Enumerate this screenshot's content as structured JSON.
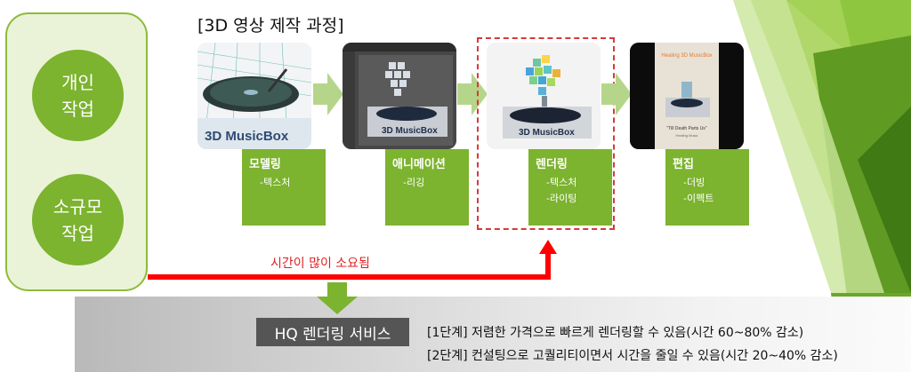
{
  "left_panel": {
    "circles": [
      "개인\n작업",
      "소규모\n작업"
    ]
  },
  "title": "[3D 영상 제작 과정]",
  "images": {
    "modeling_text": "3D MusicBox",
    "animation_text": "3D MusicBox",
    "render_text": "3D MusicBox",
    "edit_title": "Healing\n3D\nMusicBox",
    "edit_caption": "\"Till Death Parts Us\"",
    "edit_sub": "Healing Music"
  },
  "steps": [
    {
      "label": "모델링",
      "items": [
        "-텍스처"
      ]
    },
    {
      "label": "애니메이션",
      "items": [
        "-리깅"
      ]
    },
    {
      "label": "렌더링",
      "items": [
        "-텍스처",
        "-라이팅"
      ]
    },
    {
      "label": "편집",
      "items": [
        "-더빙",
        "-이펙트"
      ]
    }
  ],
  "time_note": "시간이 많이 소요됨",
  "service": {
    "label": "HQ 렌더링 서비스",
    "step1": "[1단계] 저렴한 가격으로 빠르게 렌더링할 수 있음(시간 60~80% 감소)",
    "step2": "[2단계] 컨설팅으로 고퀄리티이면서 시간을 줄일 수 있음(시간 20~40% 감소)"
  },
  "colors": {
    "green": "#7cb32f",
    "red": "#e02020",
    "light_green": "#eaf3d8"
  }
}
